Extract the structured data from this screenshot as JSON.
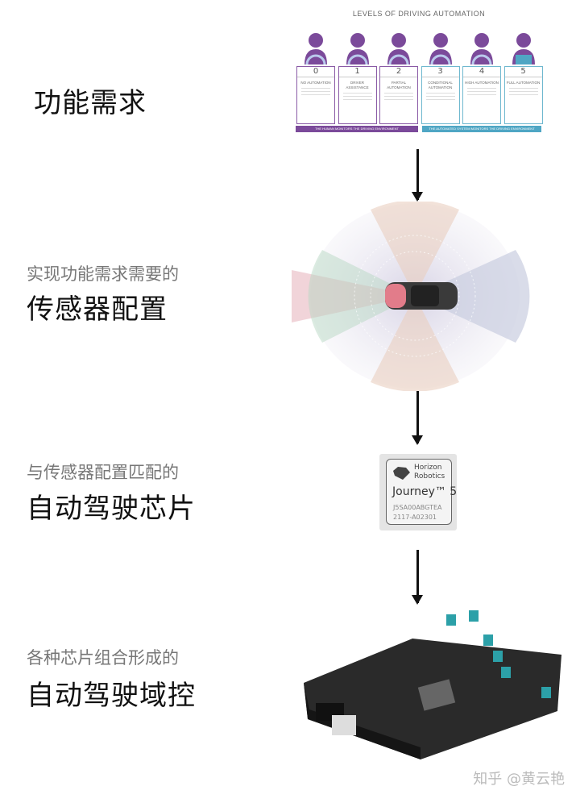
{
  "steps": [
    {
      "caption": "",
      "title": "功能需求"
    },
    {
      "caption": "实现功能需求需要的",
      "title": "传感器配置"
    },
    {
      "caption": "与传感器配置匹配的",
      "title": "自动驾驶芯片"
    },
    {
      "caption": "各种芯片组合形成的",
      "title": "自动驾驶域控"
    }
  ],
  "levels_image": {
    "title": "LEVELS OF DRIVING AUTOMATION",
    "levels": [
      {
        "num": "0",
        "name": "NO AUTOMATION"
      },
      {
        "num": "1",
        "name": "DRIVER ASSISTANCE"
      },
      {
        "num": "2",
        "name": "PARTIAL AUTOMATION"
      },
      {
        "num": "3",
        "name": "CONDITIONAL AUTOMATION"
      },
      {
        "num": "4",
        "name": "HIGH AUTOMATION"
      },
      {
        "num": "5",
        "name": "FULL AUTOMATION"
      }
    ],
    "human_bar": "THE HUMAN MONITORS THE DRIVING ENVIRONMENT",
    "system_bar": "THE AUTOMATED SYSTEM MONITORS THE DRIVING ENVIRONMENT",
    "colors": {
      "human": "#7b4a9a",
      "system": "#4fa6c4"
    }
  },
  "chip": {
    "brand_line1": "Horizon",
    "brand_line2": "Robotics",
    "model": "Journey™ 5",
    "code1": "J5SA00ABGTEA",
    "code2": "2117-A02301"
  },
  "watermark": "知乎 @黄云艳"
}
